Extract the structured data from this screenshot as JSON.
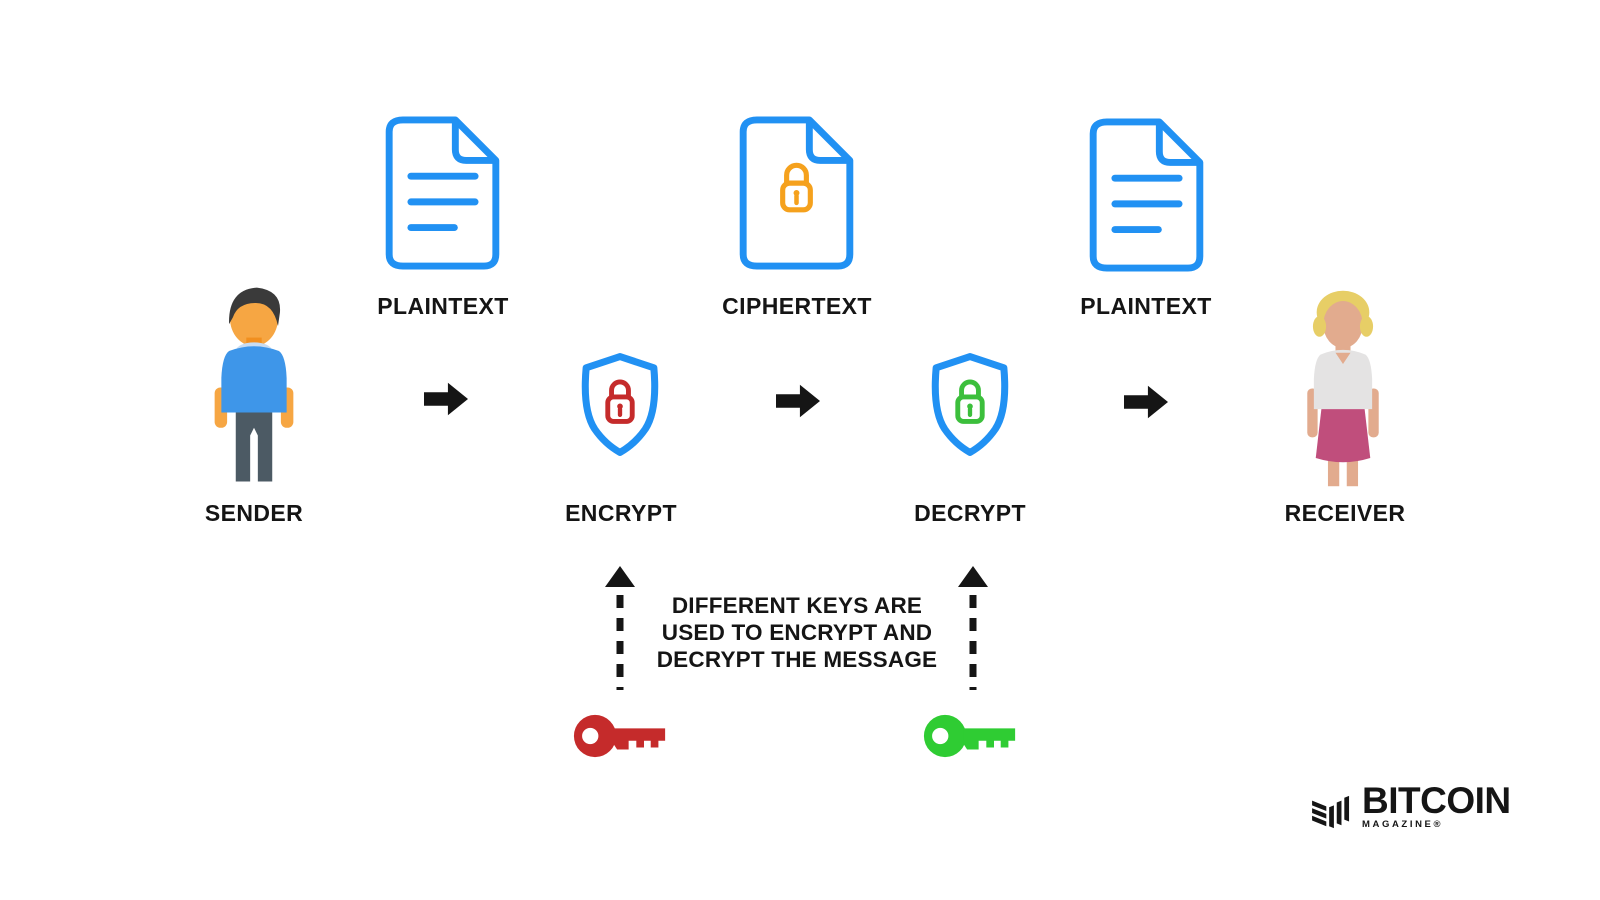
{
  "colors": {
    "blue": "#2191F3",
    "red": "#C52B2B",
    "orange": "#F5A11D",
    "green_lock": "#3CBF3C",
    "key_red": "#C52B2B",
    "key_green": "#2FCC33",
    "black": "#151515",
    "hair_male": "#3A3A3A",
    "skin_male": "#F6A643",
    "neck_male": "#F18F1F",
    "collar_male": "#C8DCF2",
    "shirt_male": "#3E96E9",
    "pants_male": "#4C5A64",
    "hair_female": "#E7CE66",
    "skin_female": "#E2AB8E",
    "shirt_female": "#E4E3E3",
    "skirt_female": "#C04E7C"
  },
  "flow": {
    "sender_label": "SENDER",
    "plaintext_left_label": "PLAINTEXT",
    "encrypt_label": "ENCRYPT",
    "ciphertext_label": "CIPHERTEXT",
    "decrypt_label": "DECRYPT",
    "plaintext_right_label": "PLAINTEXT",
    "receiver_label": "RECEIVER"
  },
  "note": {
    "lines": [
      "DIFFERENT KEYS ARE",
      "USED TO ENCRYPT AND",
      "DECRYPT THE MESSAGE"
    ]
  },
  "logo": {
    "title": "BITCOIN",
    "subtitle": "MAGAZINE®"
  }
}
